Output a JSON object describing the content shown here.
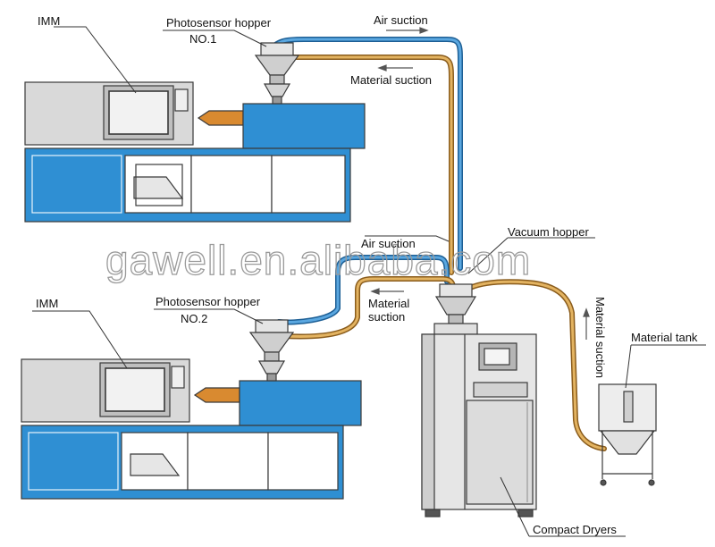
{
  "watermark": "gawell.en.alibaba.com",
  "labels": {
    "imm_1": "IMM",
    "imm_2": "IMM",
    "hopper_1_title": "Photosensor hopper",
    "hopper_1_no": "NO.1",
    "hopper_2_title": "Photosensor hopper",
    "hopper_2_no": "NO.2",
    "air_suction_1": "Air suction",
    "material_suction_1": "Material suction",
    "air_suction_2": "Air suction",
    "material_suction_2_line1": "Material",
    "material_suction_2_line2": "suction",
    "vacuum_hopper": "Vacuum hopper",
    "material_suction_vertical": "Material suction",
    "material_tank": "Material tank",
    "compact_dryers": "Compact Dryers"
  },
  "colors": {
    "air_pipe": "#2f7fc0",
    "material_pipe": "#c8913a",
    "machine_blue": "#2f8fd3",
    "machine_gray": "#d9d9d9",
    "outline": "#3a3a3a"
  }
}
